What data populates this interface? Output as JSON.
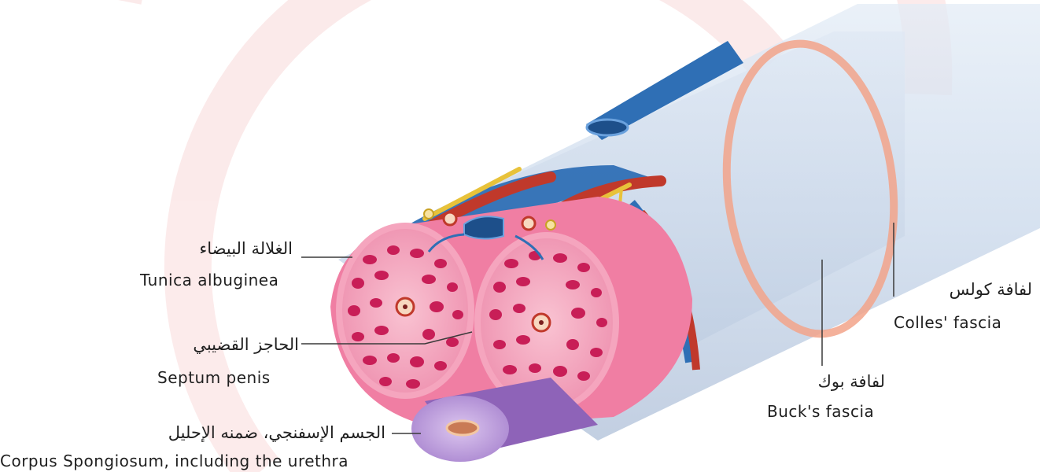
{
  "labels": {
    "tunica": {
      "ar": "الغلالة البيضاء",
      "en": "Tunica albuginea"
    },
    "septum": {
      "ar": "الحاجز القضيبي",
      "en": "Septum penis"
    },
    "spongiosum": {
      "ar": "الجسم الإسفنجي، ضمنه الإحليل",
      "en": "Corpus Spongiosum, including the urethra"
    },
    "bucks": {
      "ar": "لفافة بوك",
      "en": "Buck's fascia"
    },
    "colles": {
      "ar": "لفافة كولس",
      "en": "Colles' fascia"
    }
  },
  "colors": {
    "watermark": "#fbe7e7",
    "tissue_pink": "#f07ea3",
    "tissue_light": "#f7b7cb",
    "vein_blue": "#2f6fb5",
    "artery_red": "#c0392b",
    "nerve_yellow": "#e8c23a",
    "fascia_blue": "#c9d9ec",
    "spongiosum_purple": "#b08ad2"
  }
}
